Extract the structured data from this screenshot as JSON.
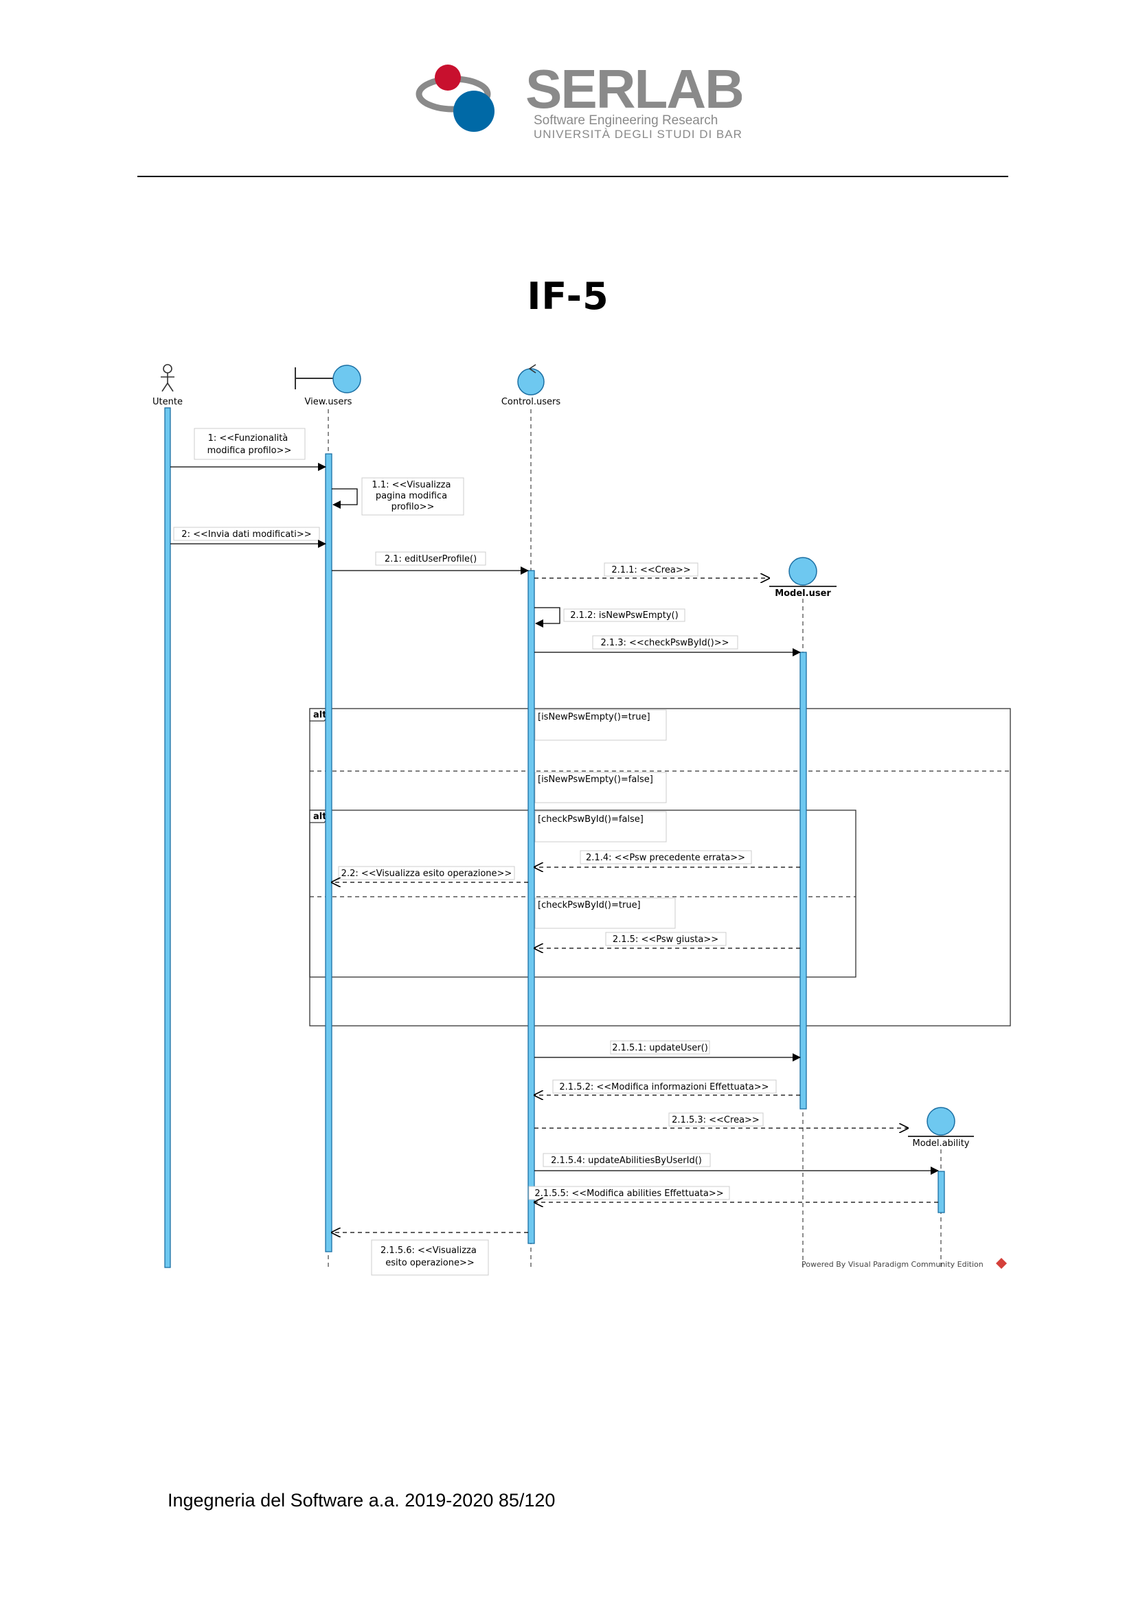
{
  "header": {
    "logo": {
      "name": "SERLAB",
      "subtitle_line1": "Software Engineering Research",
      "subtitle_line2": "UNIVERSITÀ DEGLI STUDI DI BARI",
      "colors": {
        "red": "#c8102e",
        "blue": "#0069a6",
        "gray": "#8a8a8a"
      }
    }
  },
  "title": "IF-5",
  "diagram": {
    "type": "sequence",
    "colors": {
      "lifeline_fill": "#6ec8f0",
      "lifeline_stroke": "#1b6fa3",
      "frame": "#333333"
    },
    "participants": [
      {
        "id": "utente",
        "label": "Utente",
        "kind": "actor"
      },
      {
        "id": "view",
        "label": "View.users",
        "kind": "boundary"
      },
      {
        "id": "control",
        "label": "Control.users",
        "kind": "control"
      },
      {
        "id": "model_user",
        "label": "Model.user",
        "kind": "entity"
      },
      {
        "id": "model_ability",
        "label": "Model.ability",
        "kind": "entity"
      }
    ],
    "messages": [
      {
        "id": "m1",
        "lines": [
          "1: <<Funzionalità",
          "modifica profilo>>"
        ]
      },
      {
        "id": "m1_1",
        "lines": [
          "1.1: <<Visualizza",
          "pagina modifica",
          "profilo>>"
        ]
      },
      {
        "id": "m2",
        "lines": [
          "2: <<Invia dati modificati>>"
        ]
      },
      {
        "id": "m2_1",
        "lines": [
          "2.1: editUserProfile()"
        ]
      },
      {
        "id": "m2_1_1",
        "lines": [
          "2.1.1: <<Crea>>"
        ]
      },
      {
        "id": "m2_1_2",
        "lines": [
          "2.1.2: isNewPswEmpty()"
        ]
      },
      {
        "id": "m2_1_3",
        "lines": [
          "2.1.3: <<checkPswById()>>"
        ]
      },
      {
        "id": "m2_1_4",
        "lines": [
          "2.1.4: <<Psw precedente errata>>"
        ]
      },
      {
        "id": "m2_2",
        "lines": [
          "2.2: <<Visualizza esito operazione>>"
        ]
      },
      {
        "id": "m2_1_5",
        "lines": [
          "2.1.5: <<Psw giusta>>"
        ]
      },
      {
        "id": "m2_1_5_1",
        "lines": [
          "2.1.5.1: updateUser()"
        ]
      },
      {
        "id": "m2_1_5_2",
        "lines": [
          "2.1.5.2: <<Modifica informazioni Effettuata>>"
        ]
      },
      {
        "id": "m2_1_5_3",
        "lines": [
          "2.1.5.3: <<Crea>>"
        ]
      },
      {
        "id": "m2_1_5_4",
        "lines": [
          "2.1.5.4: updateAbilitiesByUserId()"
        ]
      },
      {
        "id": "m2_1_5_5",
        "lines": [
          "2.1.5.5: <<Modifica abilities Effettuata>>"
        ]
      },
      {
        "id": "m2_1_5_6",
        "lines": [
          "2.1.5.6: <<Visualizza",
          "esito operazione>>"
        ]
      }
    ],
    "fragments": {
      "outer_keyword": "alt",
      "outer_guard_1": "[isNewPswEmpty()=true]",
      "outer_guard_2": "[isNewPswEmpty()=false]",
      "inner_keyword": "alt",
      "inner_guard_1": "[checkPswById()=false]",
      "inner_guard_2": "[checkPswById()=true]"
    },
    "watermark": "Powered By Visual Paradigm Community Edition"
  },
  "footer": {
    "text": "Ingegneria del Software a.a. 2019-2020 85/120"
  }
}
